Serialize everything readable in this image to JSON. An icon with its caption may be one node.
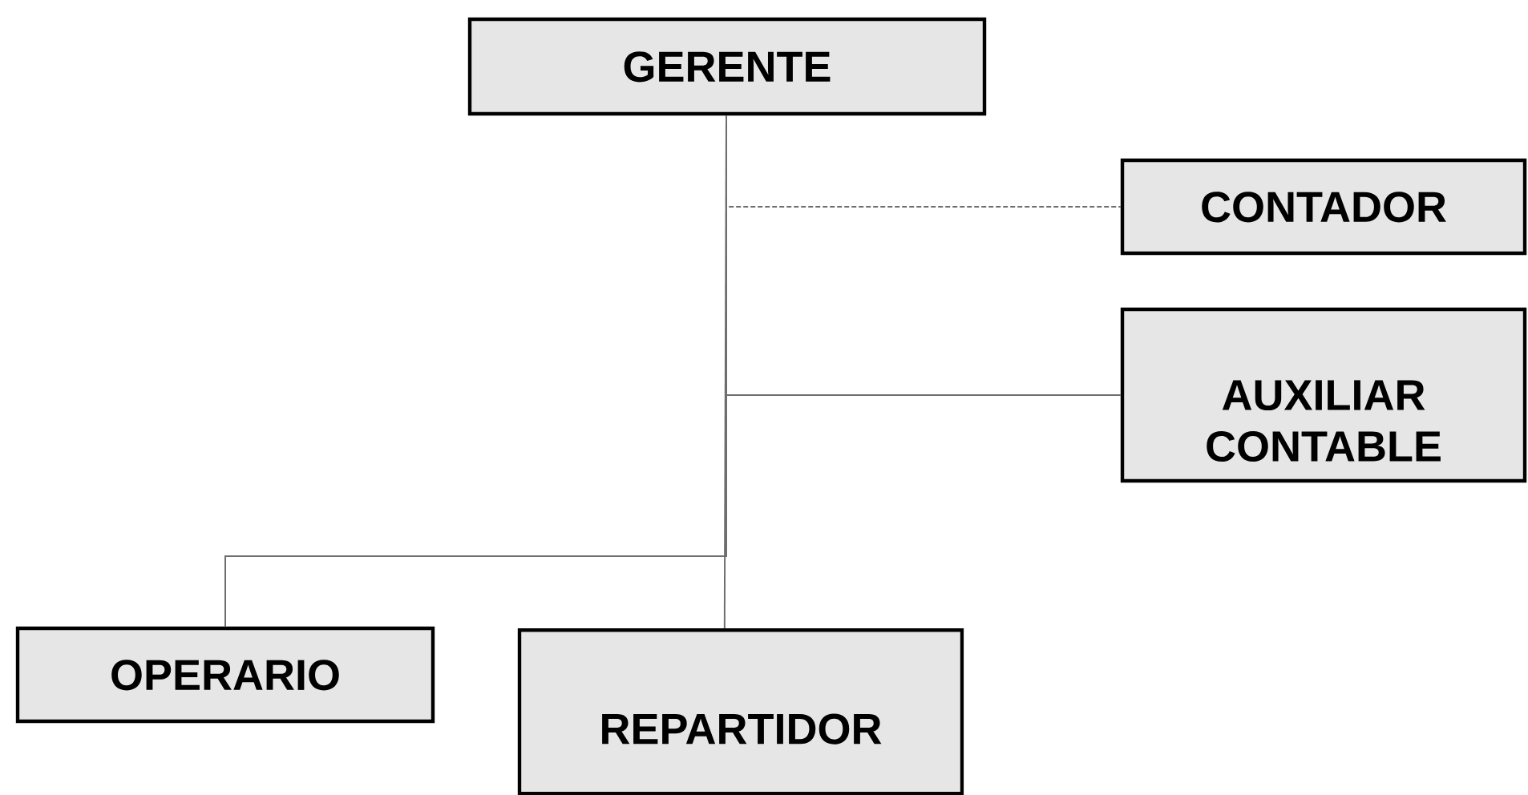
{
  "diagram": {
    "nodes": [
      {
        "text": [
          "GERENTE"
        ]
      },
      {
        "text": [
          "CONTADOR"
        ]
      },
      {
        "text": [
          "AUXILIAR CONTABLE"
        ]
      },
      {
        "text": [
          "OPERARIO"
        ]
      },
      {
        "text": [
          "REPARTIDOR"
        ]
      }
    ],
    "edges": [
      {
        "from": 0,
        "to": 1,
        "arrow": "none",
        "style": "dashed"
      },
      {
        "from": 0,
        "to": 2,
        "arrow": "none"
      },
      {
        "from": 0,
        "to": 3,
        "arrow": "none"
      },
      {
        "from": 0,
        "to": 4,
        "arrow": "none"
      }
    ]
  }
}
